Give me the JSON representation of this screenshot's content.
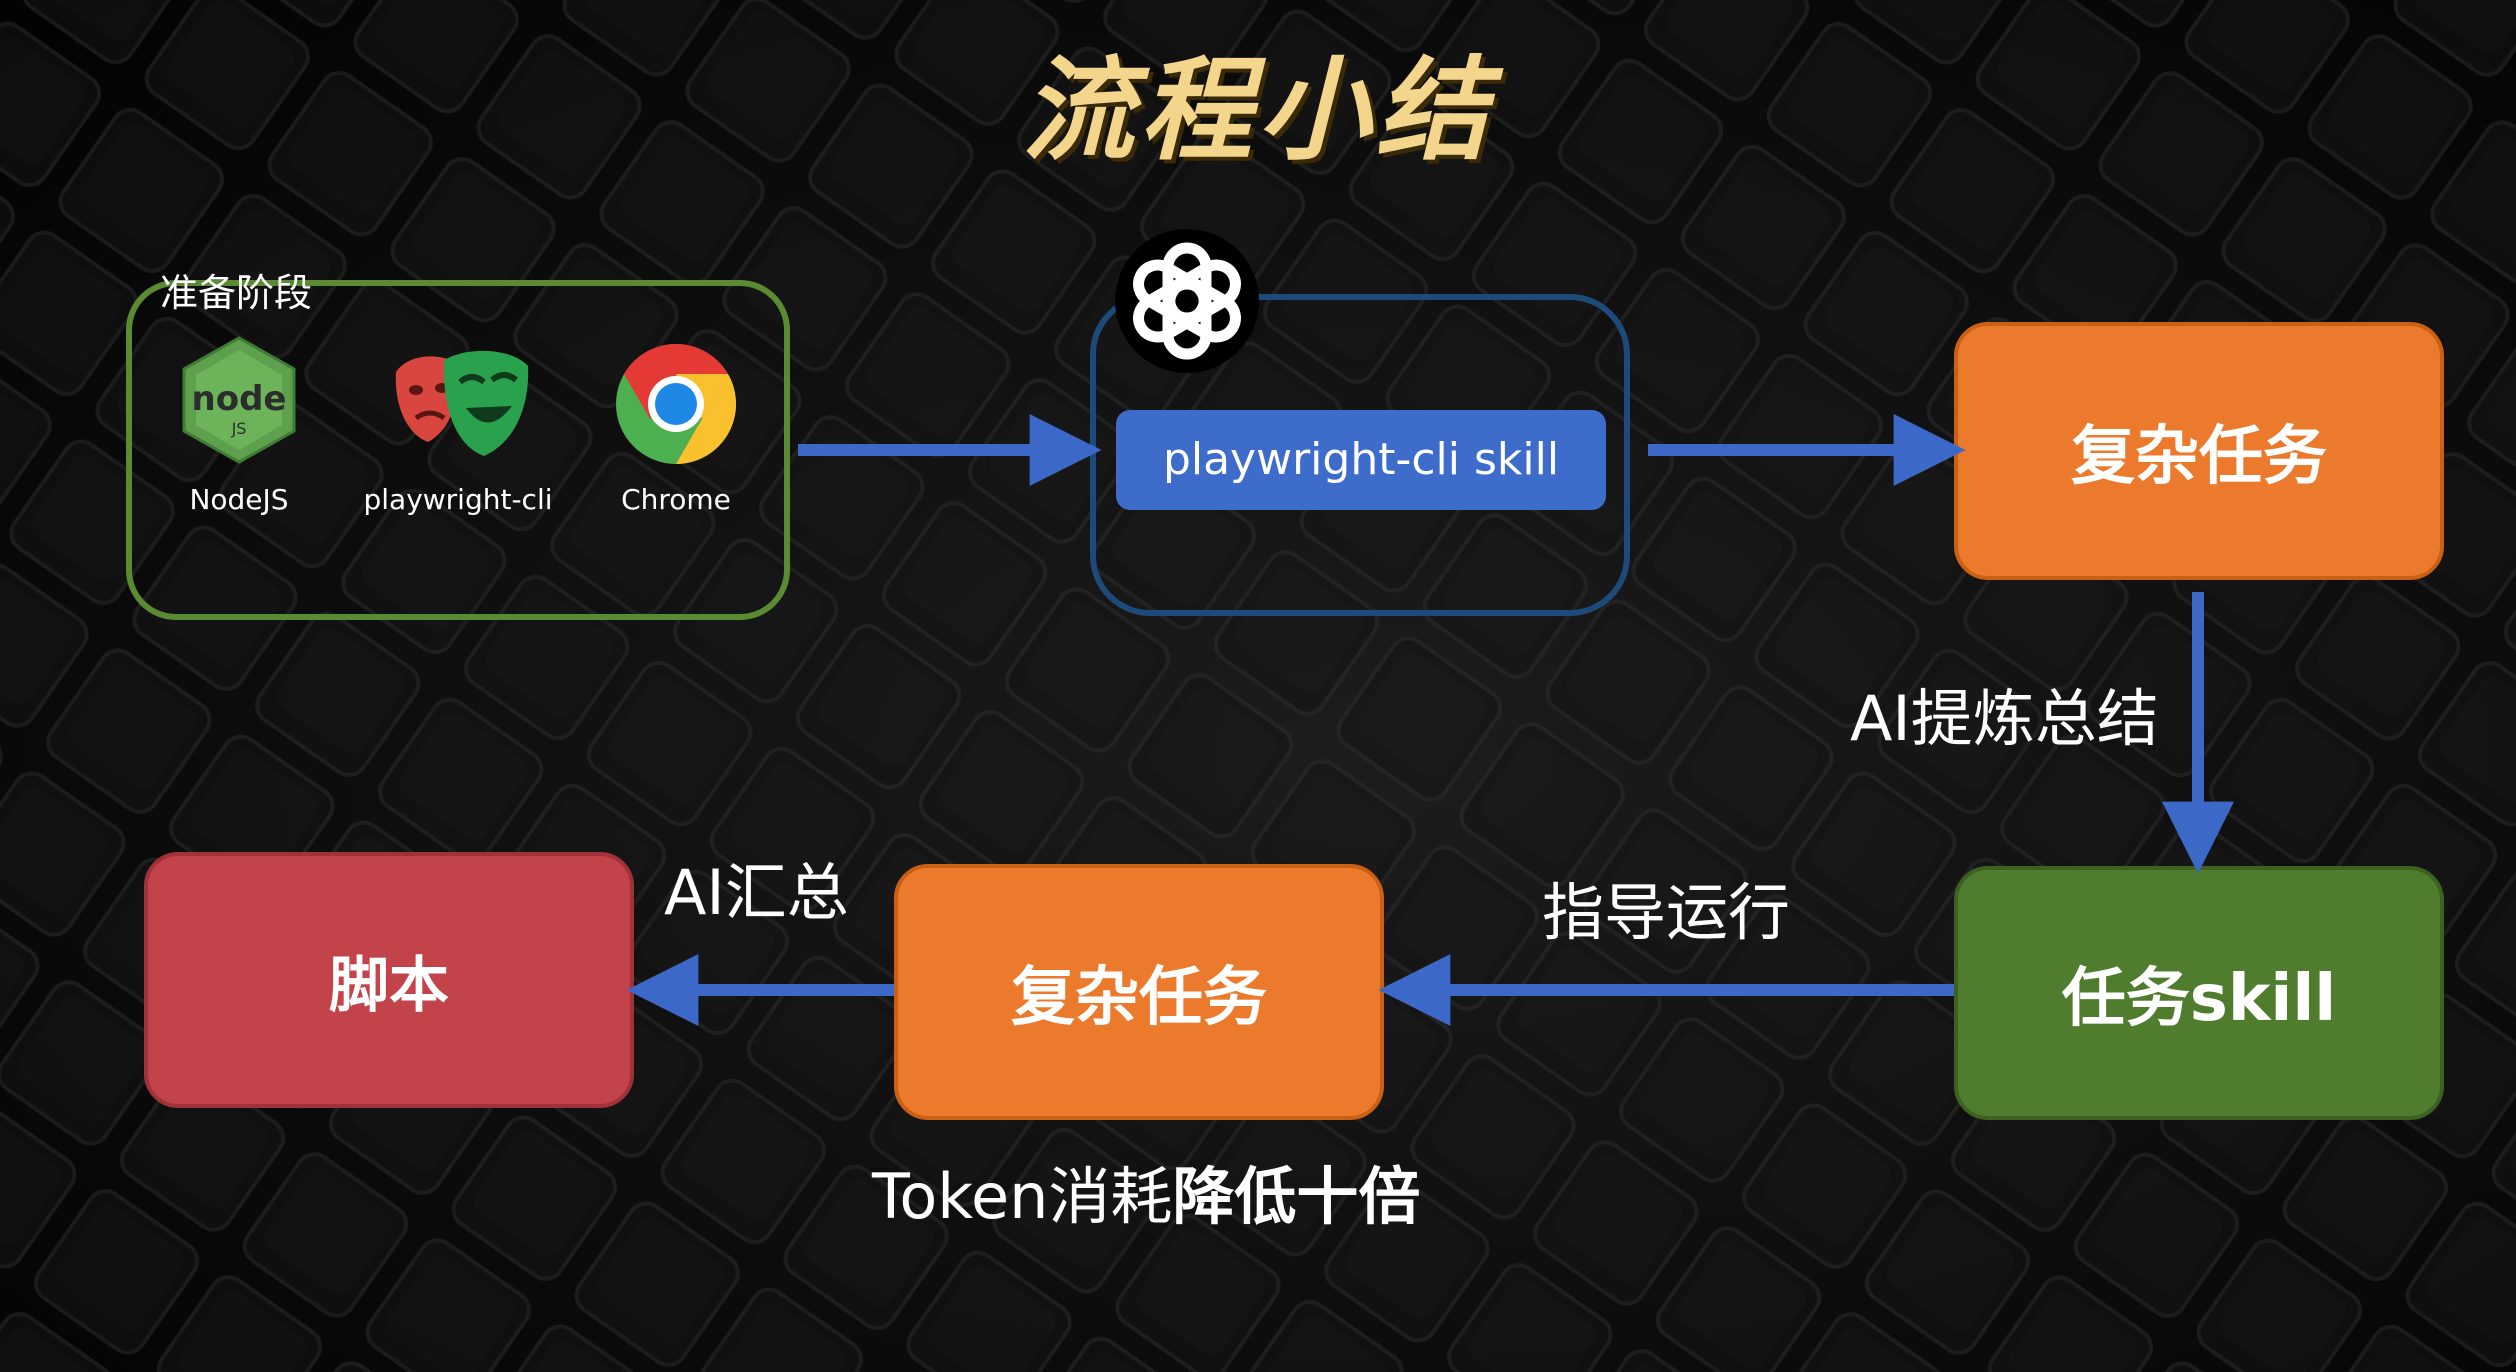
{
  "title": "流程小结",
  "prep": {
    "label": "准备阶段",
    "tools": [
      {
        "name": "NodeJS",
        "icon": "nodejs-logo-icon"
      },
      {
        "name": "playwright-cli",
        "icon": "playwright-masks-icon"
      },
      {
        "name": "Chrome",
        "icon": "chrome-logo-icon"
      }
    ]
  },
  "skill": {
    "icon": "openai-logo-icon",
    "label": "playwright-cli skill"
  },
  "nodes": {
    "complex_task_top": "复杂任务",
    "task_skill": "任务skill",
    "complex_task_bottom": "复杂任务",
    "script": "脚本"
  },
  "edges": {
    "ai_refine": "AI提炼总结",
    "guide_run": "指导运行",
    "ai_summary": "AI汇总"
  },
  "footnote": {
    "prefix": "Token消耗",
    "emphasis": "降低十倍"
  },
  "colors": {
    "title": "#f3d68c",
    "prep_border": "#5a8a32",
    "skill_border": "#1e4a7a",
    "skill_pill": "#3e6ccb",
    "orange": "#ec7a2c",
    "green": "#4f7c2d",
    "red": "#c2434a",
    "arrow": "#3c68c8"
  }
}
